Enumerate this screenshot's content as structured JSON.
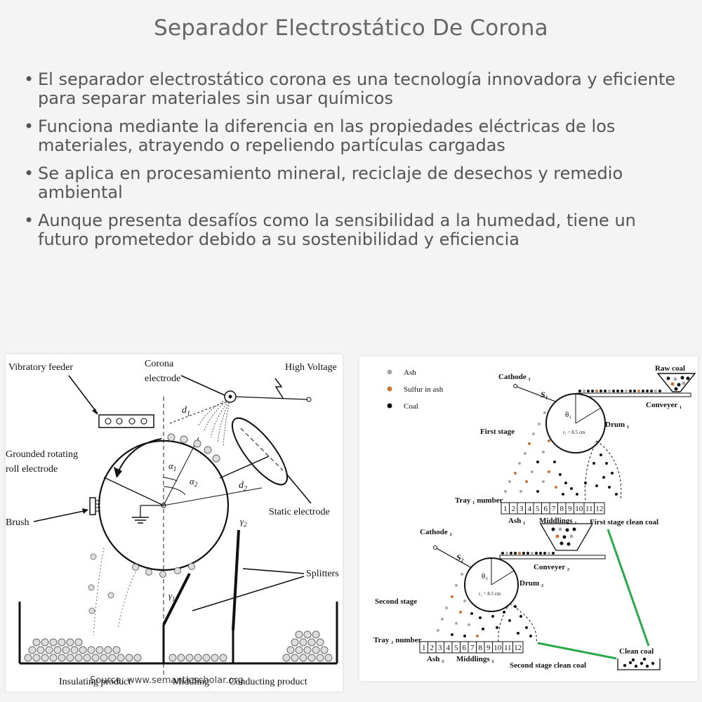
{
  "page": {
    "title": "Separador Electrostático De Corona",
    "bullets": [
      "El separador electrostático corona es una tecnología innovadora y eficiente para separar materiales sin usar químicos",
      "Funciona mediante la diferencia en las propiedades eléctricas de los materiales, atrayendo o repeliendo partículas cargadas",
      "Se aplica en procesamiento mineral, reciclaje de desechos y remedio ambiental",
      "Aunque presenta desafíos como la sensibilidad a la humedad, tiene un futuro prometedor debido a su sostenibilidad y eficiencia"
    ]
  },
  "left_diagram": {
    "labels": {
      "vibratory_feeder": "Vibratory feeder",
      "corona_electrode_1": "Corona",
      "corona_electrode_2": "electrode",
      "high_voltage": "High Voltage",
      "grounded_1": "Grounded rotating",
      "grounded_2": "roll electrode",
      "brush": "Brush",
      "static_electrode": "Static electrode",
      "splitters": "Splitters",
      "insulating": "Insulating product",
      "middling": "Middling",
      "conducting": "Conducting product",
      "d1": "d",
      "d1_sub": "1",
      "d2": "d",
      "d2_sub": "2",
      "alpha1": "α",
      "alpha1_sub": "1",
      "alpha2": "α",
      "alpha2_sub": "2",
      "gamma1": "γ",
      "gamma1_sub": "1",
      "gamma2": "γ",
      "gamma2_sub": "2"
    },
    "watermark": "Source: www.semanticscholar.org"
  },
  "right_diagram": {
    "legend": [
      "Ash",
      "Sulfur in ash",
      "Coal"
    ],
    "colors": {
      "ash": "#a8a8a8",
      "sulfur": "#c87533",
      "coal": "#111111",
      "arrow": "#2aa84a"
    },
    "labels": {
      "raw_coal": "Raw coal",
      "conveyer1": "Conveyer ₁",
      "cathode1": "Cathode ₁",
      "s1": "S₁",
      "theta1": "θ₁",
      "drum1": "Drum ₁",
      "r1": "r₁ = 8.5 cm",
      "first_stage": "First stage",
      "tray1": "Tray ₁ number",
      "ash1": "Ash ₁",
      "middlings1": "Middlings ₁",
      "first_clean": "First stage clean coal",
      "cathode2": "Cathode ₂",
      "conveyer2": "Conveyer ₂",
      "s2": "S₂",
      "theta2": "θ₂",
      "drum2": "Drum ₂",
      "r2": "r₁ = 8.5 cm",
      "second_stage": "Second stage",
      "tray2": "Tray ₂ number",
      "ash2": "Ash ₂",
      "middlings2": "Middlings ₂",
      "second_clean": "Second stage clean coal",
      "clean_coal": "Clean coal"
    },
    "trays": [
      "1",
      "2",
      "3",
      "4",
      "5",
      "6",
      "7",
      "8",
      "9",
      "10",
      "11",
      "12"
    ]
  }
}
